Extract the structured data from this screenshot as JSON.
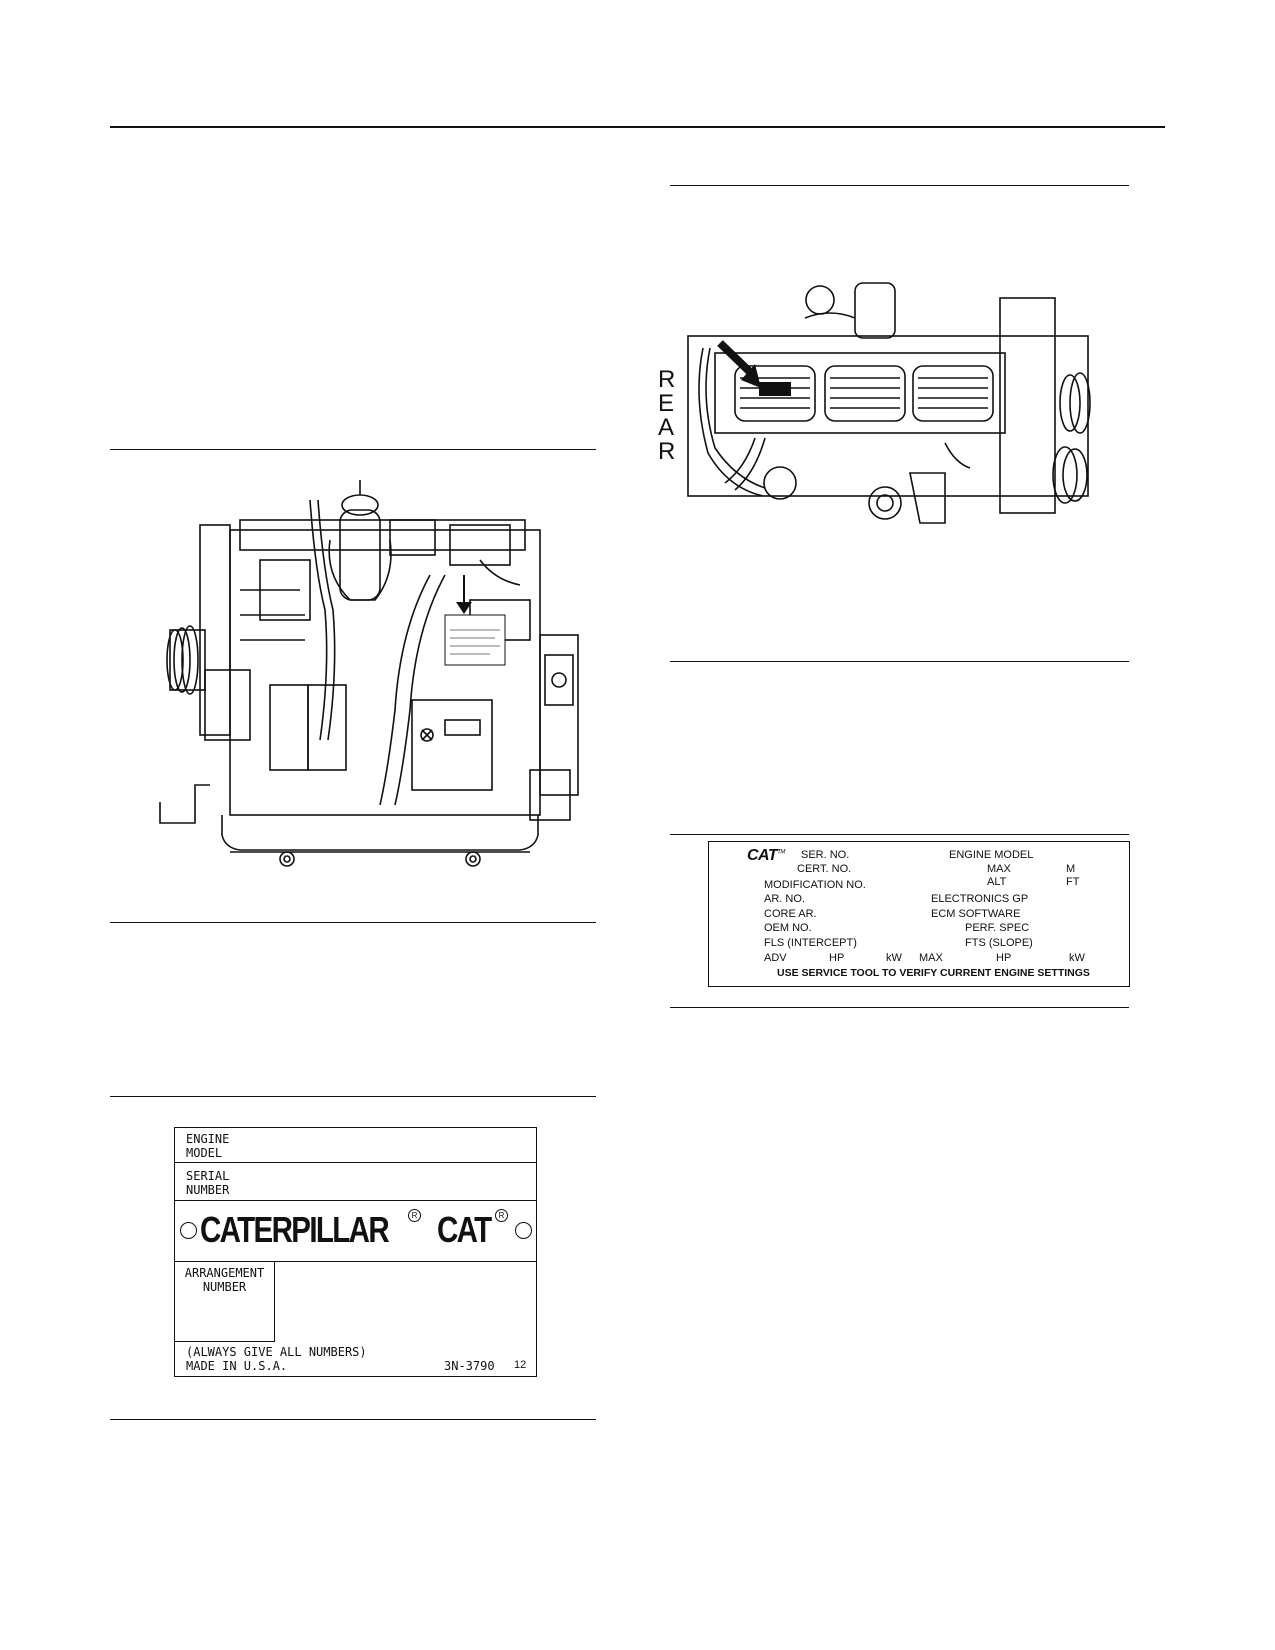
{
  "rear_figure": {
    "rear_label": [
      "R",
      "E",
      "A",
      "R"
    ]
  },
  "small_plate": {
    "ser_no": "SER. NO.",
    "engine_model": "ENGINE MODEL",
    "cert_no": "CERT. NO.",
    "max": "MAX",
    "m": "M",
    "modification_no": "MODIFICATION NO.",
    "alt": "ALT",
    "ft": "FT",
    "ar_no": "AR. NO.",
    "electronics_gp": "ELECTRONICS GP",
    "core_ar": "CORE AR.",
    "ecm_software": "ECM SOFTWARE",
    "oem_no": "OEM NO.",
    "perf_spec": "PERF. SPEC",
    "fls": "FLS (INTERCEPT)",
    "fts": "FTS (SLOPE)",
    "adv": "ADV",
    "hp1": "HP",
    "kw1": "kW",
    "max2": "MAX",
    "hp2": "HP",
    "kw2": "kW",
    "footer": "USE SERVICE TOOL TO VERIFY CURRENT ENGINE SETTINGS"
  },
  "large_plate": {
    "engine": "ENGINE",
    "model": "MODEL",
    "serial": "SERIAL",
    "number": "NUMBER",
    "arrangement": "ARRANGEMENT",
    "arr_number": "NUMBER",
    "always": "(ALWAYS GIVE ALL NUMBERS)",
    "made_in": "MADE IN U.S.A.",
    "part_no": "3N-3790",
    "part_rev": "12"
  },
  "brand": {
    "caterpillar": "CATERPILLAR",
    "cat": "CAT",
    "registered": "R",
    "tm": "TM"
  }
}
